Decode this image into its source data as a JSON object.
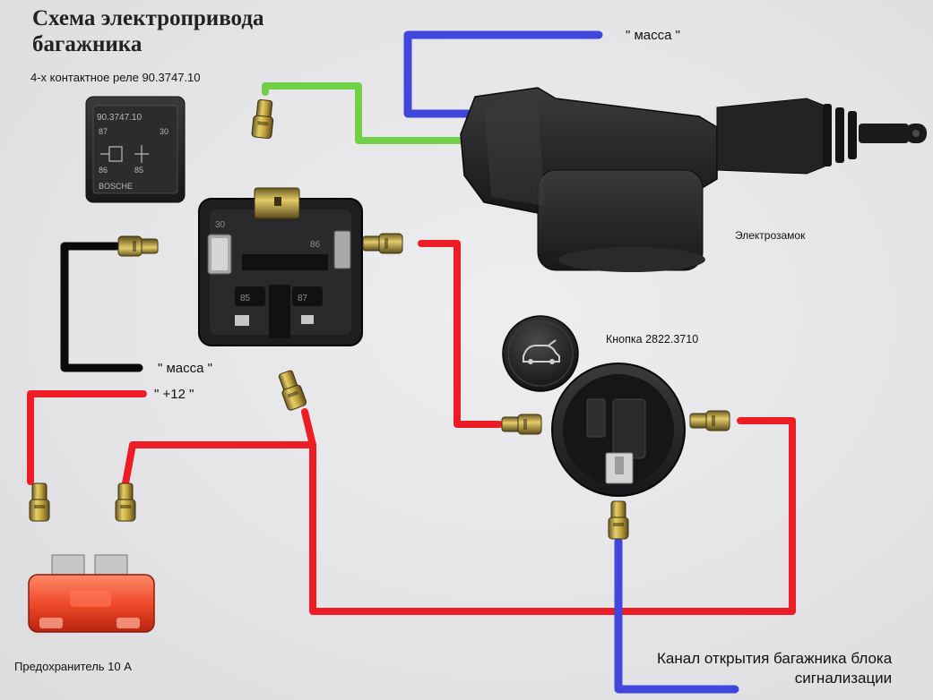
{
  "title": {
    "line1": "Схема электропривода",
    "line2": "багажника"
  },
  "labels": {
    "relay": "4-х контактное реле 90.3747.10",
    "ground_top": "\" масса \"",
    "lock": "Электрозамок",
    "button": "Кнопка 2822.3710",
    "ground_mid": "\" масса \"",
    "plus12": "\" +12 \"",
    "fuse": "Предохранитель 10 А",
    "alarm_line1": "Канал открытия багажника блока",
    "alarm_line2": "сигнализации"
  },
  "relay_face": {
    "l1": "90.3747.10",
    "l2": "87",
    "l3": "30",
    "l4": "86",
    "l5": "85",
    "l6": "BOSCHE"
  },
  "relay_pins": [
    "30",
    "86",
    "85",
    "87"
  ],
  "wire_colors": {
    "power": "#ee1c24",
    "ground": "#0a0a0a",
    "signal": "#4146dd",
    "lock": "#72d048"
  }
}
